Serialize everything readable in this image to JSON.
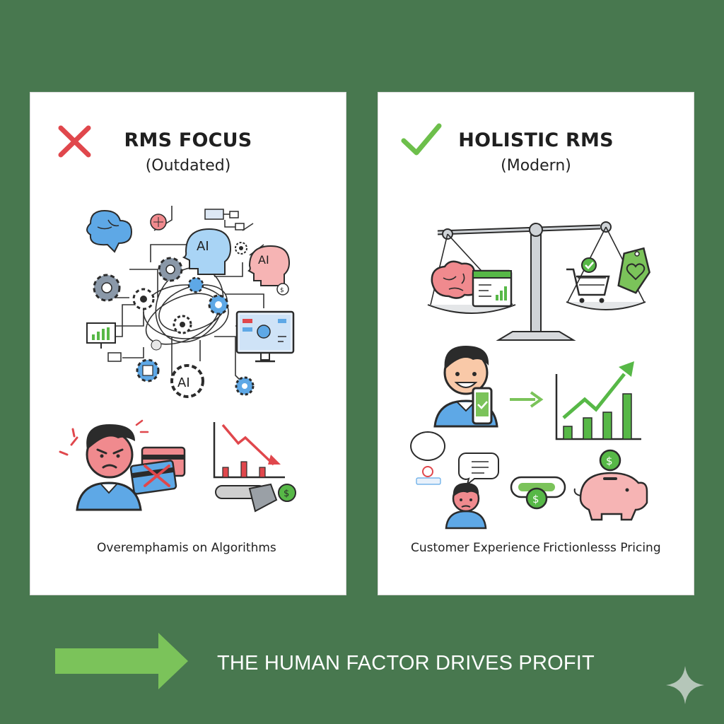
{
  "left_panel": {
    "title": "RMS FOCUS",
    "subtitle": "(Outdated)",
    "caption": "Overemphamis on Algorithms",
    "ai_labels": [
      "AI",
      "AI",
      "AI"
    ]
  },
  "right_panel": {
    "title": "HOLISTIC RMS",
    "subtitle": "(Modern)",
    "caption_left": "Customer Experience",
    "caption_right": "Frictionlesss Pricing"
  },
  "footer": {
    "text": "THE HUMAN FACTOR DRIVES PROFIT"
  },
  "colors": {
    "background": "#48784f",
    "cross": "#e0474c",
    "check": "#6dbf4b",
    "accent_green": "#7bc35a",
    "chart_red": "#e0474c",
    "chart_green": "#57b847"
  }
}
